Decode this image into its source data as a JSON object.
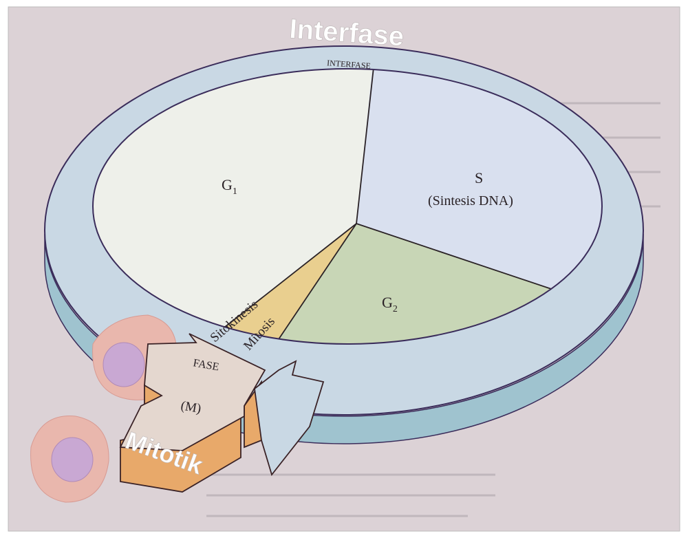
{
  "overlay_labels": {
    "interphase": "Interfase",
    "mitotic": "Mitotik"
  },
  "ring": {
    "printed_label": "INTERFASE"
  },
  "phases": {
    "g1": {
      "letter": "G",
      "sub": "1"
    },
    "s": {
      "letter": "S",
      "description": "(Sintesis DNA)"
    },
    "g2": {
      "letter": "G",
      "sub": "2"
    },
    "cytokinesis": "Sitokinesis",
    "mitosis": "Mitosis",
    "mitotic_phase": {
      "line1": "FASE",
      "line3": "(M)"
    }
  },
  "colors": {
    "page": "#dcd2d6",
    "ring": "#c9d8e4",
    "ring_side": "#9fc3cf",
    "g1": "#eef0ea",
    "s": "#d9e0ef",
    "g2": "#c8d6b6",
    "mitosis": "#e9cf8f",
    "arrow": "#e4d7cf",
    "arrow_side": "#e8a96a",
    "cell": "#e9b7ad",
    "nucleus": "#c9a8d3"
  }
}
